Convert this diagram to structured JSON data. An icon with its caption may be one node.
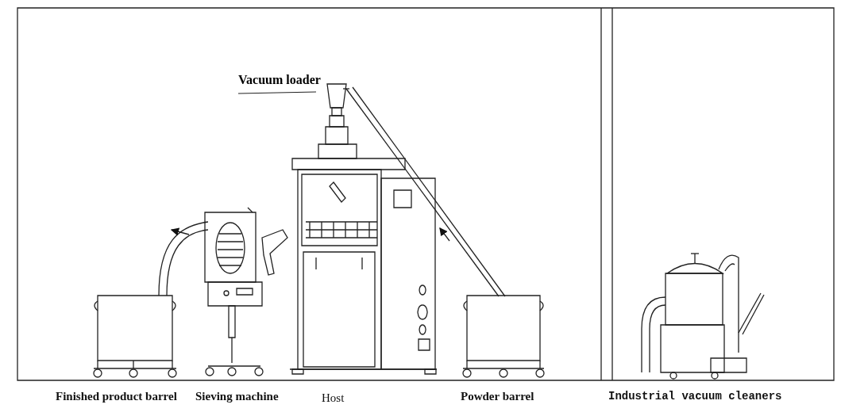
{
  "diagram": {
    "nodes": [
      {
        "text": [
          "Vacuum loader"
        ]
      },
      {
        "text": [],
        "shape": "picture"
      }
    ],
    "edges": [
      {
        "from": 0,
        "to": 1,
        "arrow": "none"
      }
    ],
    "labels": [
      "Finished product barrel",
      "Sieving machine",
      "Host",
      "Powder barrel",
      "Industrial vacuum cleaners"
    ]
  }
}
